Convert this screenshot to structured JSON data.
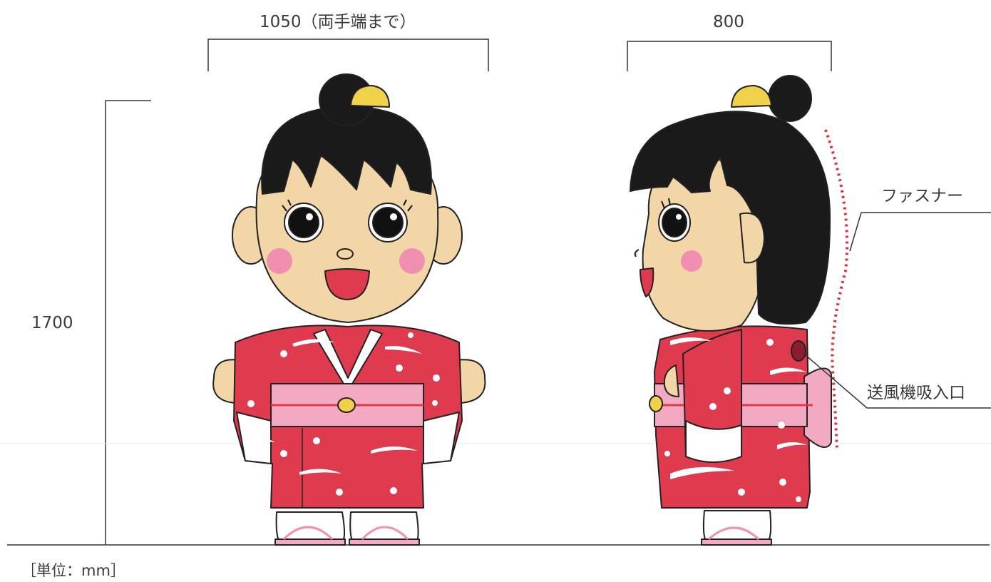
{
  "dimensions": {
    "front_width": "1050（両手端まで）",
    "side_width": "800",
    "height": "1700"
  },
  "callouts": {
    "zipper": "ファスナー",
    "blower_intake": "送風機吸入口"
  },
  "unit_note": "［単位：mm］",
  "colors": {
    "kimono": "#e03a4e",
    "obi": "#f2a9c1",
    "hair": "#1a1a1a",
    "skin": "#f3d6a8",
    "cheek": "#f08fb0",
    "zipper_line": "#e0303c"
  }
}
